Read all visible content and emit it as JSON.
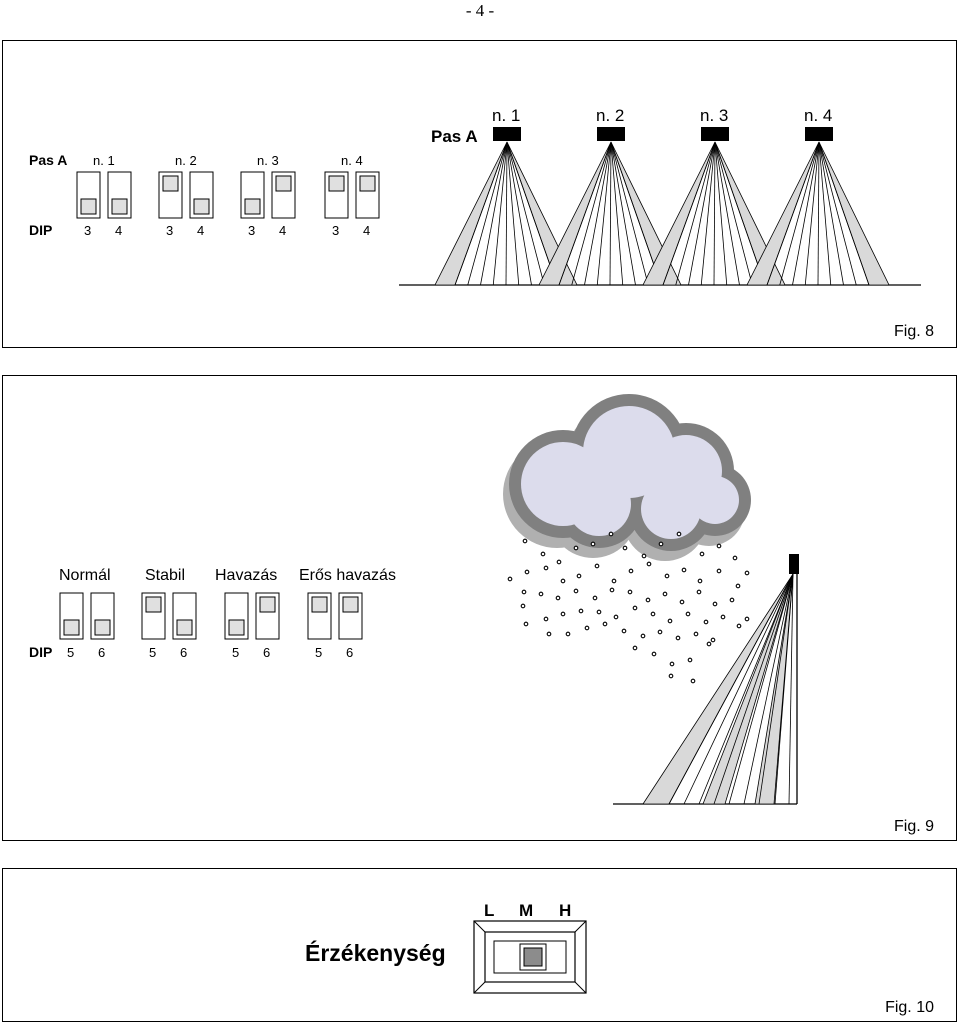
{
  "page_number": "- 4 -",
  "fig8": {
    "caption": "Fig. 8",
    "row_label": "Pas A",
    "dip_label": "DIP",
    "units": [
      {
        "label": "n. 1",
        "switches": [
          {
            "num": "3",
            "state": "down"
          },
          {
            "num": "4",
            "state": "down"
          }
        ]
      },
      {
        "label": "n. 2",
        "switches": [
          {
            "num": "3",
            "state": "up"
          },
          {
            "num": "4",
            "state": "down"
          }
        ]
      },
      {
        "label": "n. 3",
        "switches": [
          {
            "num": "3",
            "state": "down"
          },
          {
            "num": "4",
            "state": "up"
          }
        ]
      },
      {
        "label": "n. 4",
        "switches": [
          {
            "num": "3",
            "state": "up"
          },
          {
            "num": "4",
            "state": "up"
          }
        ]
      }
    ],
    "diagram_label": "Pas A",
    "sensors": [
      "n. 1",
      "n. 2",
      "n. 3",
      "n. 4"
    ]
  },
  "fig9": {
    "caption": "Fig. 9",
    "dip_label": "DIP",
    "modes": [
      {
        "label": "Normál",
        "switches": [
          {
            "num": "5",
            "state": "down"
          },
          {
            "num": "6",
            "state": "down"
          }
        ]
      },
      {
        "label": "Stabil",
        "switches": [
          {
            "num": "5",
            "state": "up"
          },
          {
            "num": "6",
            "state": "down"
          }
        ]
      },
      {
        "label": "Havazás",
        "switches": [
          {
            "num": "5",
            "state": "down"
          },
          {
            "num": "6",
            "state": "up"
          }
        ]
      },
      {
        "label": "Erős havazás",
        "switches": [
          {
            "num": "5",
            "state": "up"
          },
          {
            "num": "6",
            "state": "up"
          }
        ]
      }
    ]
  },
  "fig10": {
    "caption": "Fig. 10",
    "label": "Érzékenység",
    "positions": [
      "L",
      "M",
      "H"
    ],
    "selected": "M"
  },
  "colors": {
    "line": "#000000",
    "switch_knob": "#e0e0e0",
    "beam_gray": "#d9d9d9",
    "cloud_dark": "#808080",
    "cloud_light": "#dcdcec",
    "slider_knob": "#8c8c8c"
  }
}
